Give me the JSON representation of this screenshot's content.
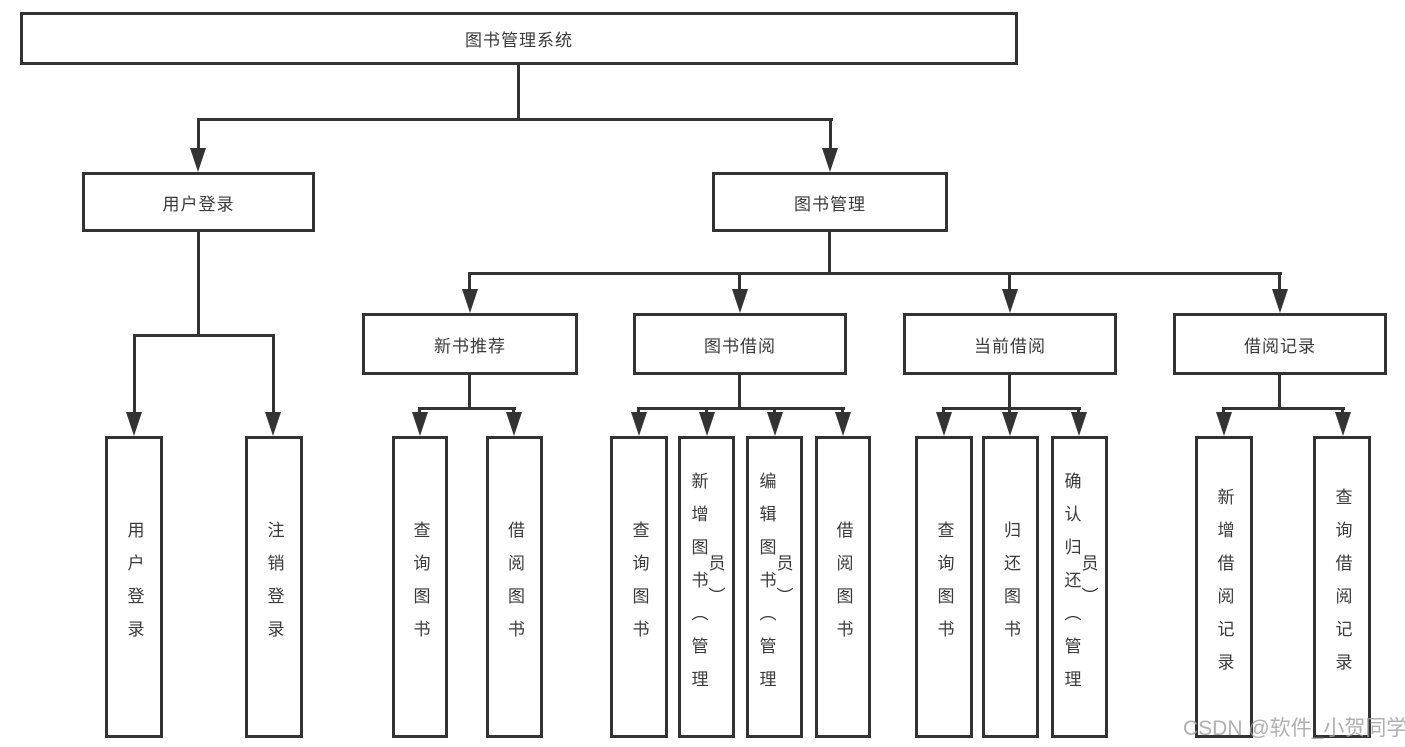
{
  "title": "图书管理系统",
  "level2": [
    {
      "label": "用户登录"
    },
    {
      "label": "图书管理"
    }
  ],
  "level3": [
    {
      "label": "新书推荐"
    },
    {
      "label": "图书借阅"
    },
    {
      "label": "当前借阅"
    },
    {
      "label": "借阅记录"
    }
  ],
  "leaves": [
    {
      "label": "用户登录"
    },
    {
      "label": "注销登录"
    },
    {
      "label": "查询图书"
    },
    {
      "label": "借阅图书"
    },
    {
      "label": "查询图书"
    },
    {
      "label": "新增图书（管理员）"
    },
    {
      "label": "编辑图书（管理员）"
    },
    {
      "label": "借阅图书"
    },
    {
      "label": "查询图书"
    },
    {
      "label": "归还图书"
    },
    {
      "label": "确认归还（管理员）"
    },
    {
      "label": "新增借阅记录"
    },
    {
      "label": "查询借阅记录"
    }
  ],
  "watermark": "CSDN @软件_小贺同学",
  "colors": {
    "line": "#333333",
    "text": "#3a3a3a",
    "background": "#ffffff",
    "watermark": "#a3a3a3"
  }
}
